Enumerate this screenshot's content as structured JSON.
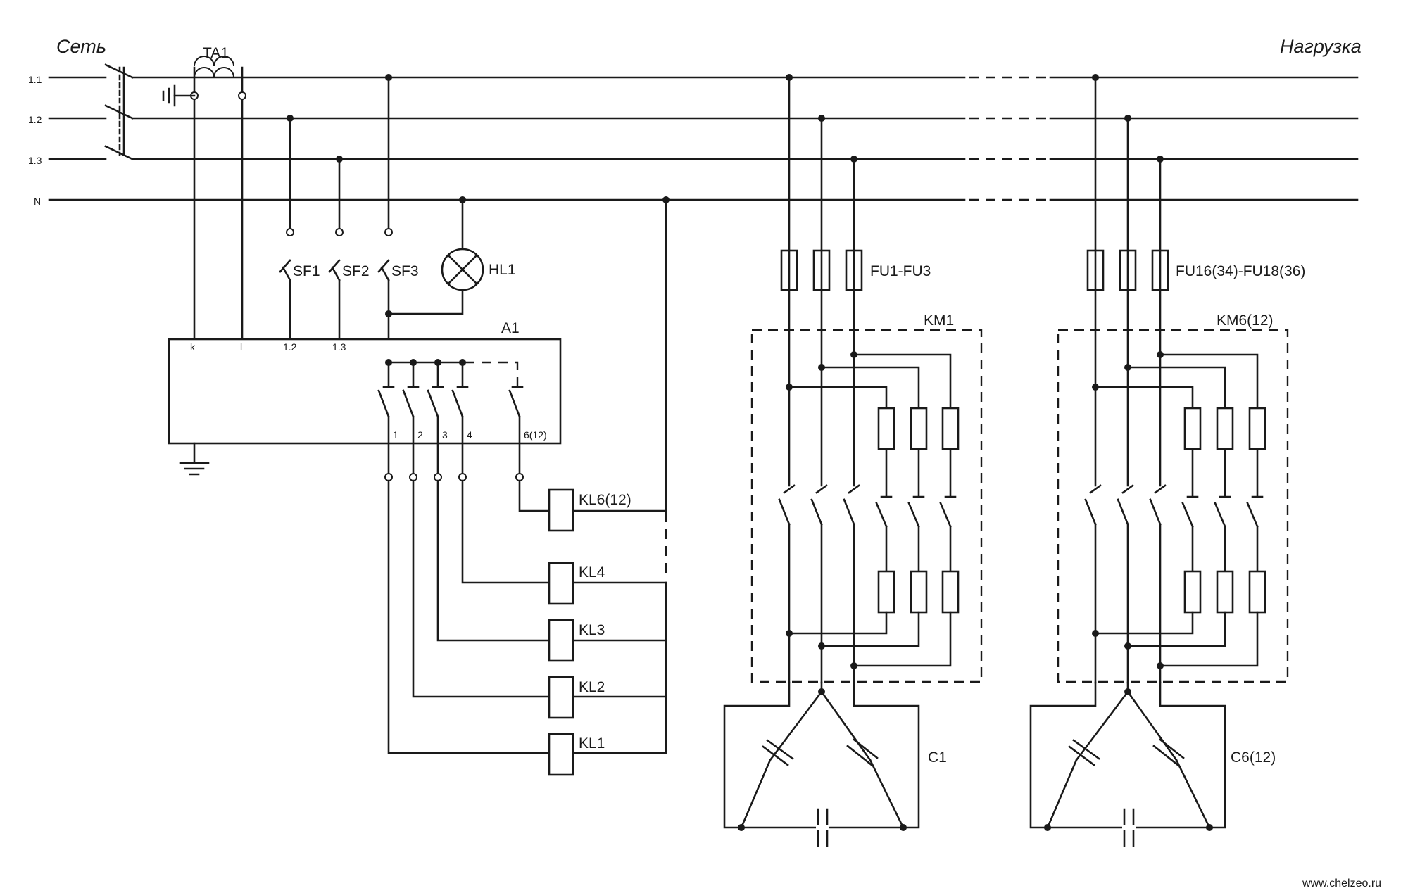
{
  "titles": {
    "supply": "Сеть",
    "load": "Нагрузка"
  },
  "lines": {
    "l1": "1.1",
    "l2": "1.2",
    "l3": "1.3",
    "n": "N"
  },
  "current_transformer": {
    "label": "TA1"
  },
  "breakers": {
    "sf1": "SF1",
    "sf2": "SF2",
    "sf3": "SF3"
  },
  "lamp": {
    "label": "HL1"
  },
  "controller": {
    "label": "A1",
    "terminals": {
      "k": "k",
      "l": "l",
      "t12": "1.2",
      "t13": "1.3"
    },
    "outputs": {
      "o1": "1",
      "o2": "2",
      "o3": "3",
      "o4": "4",
      "o6": "6(12)"
    }
  },
  "relays": {
    "kl6": "KL6(12)",
    "kl4": "KL4",
    "kl3": "KL3",
    "kl2": "KL2",
    "kl1": "KL1"
  },
  "stage1": {
    "fuses": "FU1-FU3",
    "contactor": "KM1",
    "capacitor": "C1"
  },
  "stage2": {
    "fuses": "FU16(34)-FU18(36)",
    "contactor": "KM6(12)",
    "capacitor": "C6(12)"
  },
  "watermark": "www.chelzeo.ru"
}
